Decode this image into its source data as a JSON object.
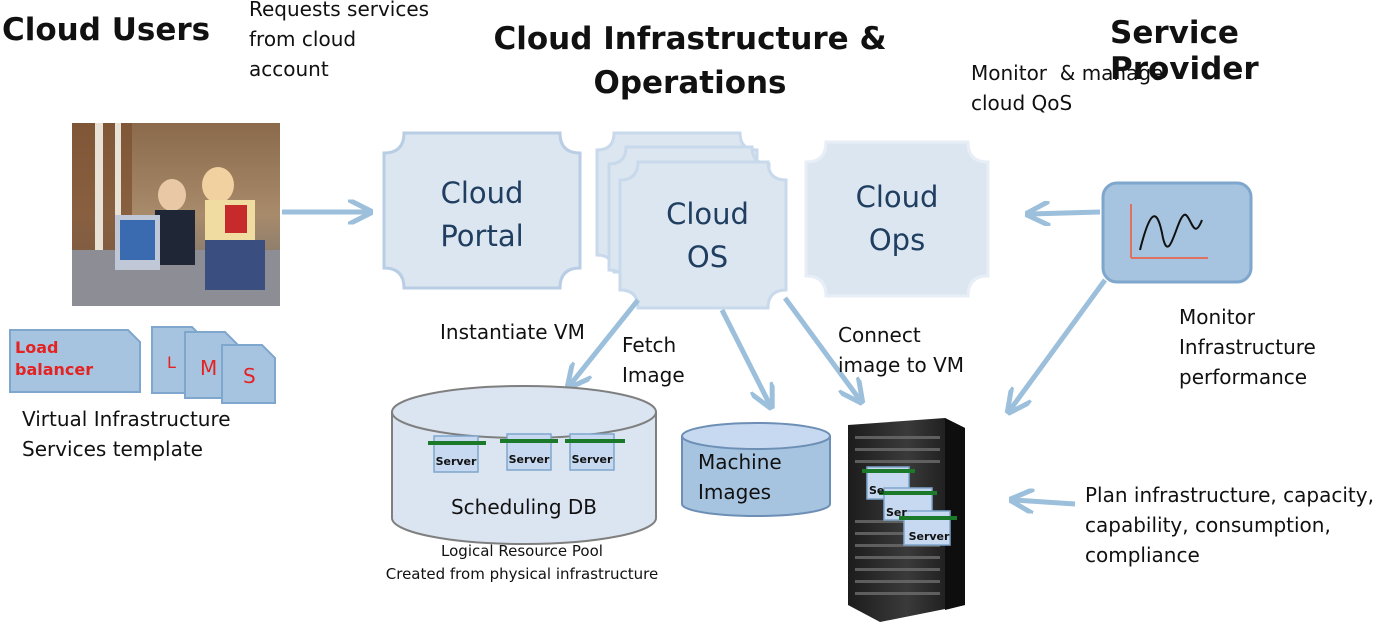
{
  "headings": {
    "cloud_users": "Cloud Users",
    "cloud_infra_line1": "Cloud Infrastructure &",
    "cloud_infra_line2": "Operations",
    "service_provider": "Service Provider"
  },
  "notes": {
    "requests_line1": "Requests services",
    "requests_line2": "from cloud",
    "requests_line3": "account",
    "monitor_qos_line1": "Monitor  & manage",
    "monitor_qos_line2": "cloud QoS",
    "instantiate_vm": "Instantiate VM",
    "fetch_line1": "Fetch",
    "fetch_line2": "Image",
    "connect_line1": "Connect",
    "connect_line2": "image to VM",
    "monitor_infra_line1": "Monitor",
    "monitor_infra_line2": "Infrastructure",
    "monitor_infra_line3": "performance",
    "plan_line1": "Plan infrastructure, capacity,",
    "plan_line2": "capability, consumption,",
    "plan_line3": "compliance",
    "template_line1": "Virtual Infrastructure",
    "template_line2": "Services template"
  },
  "boxes": {
    "portal_line1": "Cloud",
    "portal_line2": "Portal",
    "os_line1": "Cloud",
    "os_line2": "OS",
    "ops_line1": "Cloud",
    "ops_line2": "Ops"
  },
  "template_cards": {
    "load_balancer_line1": "Load",
    "load_balancer_line2": "balancer",
    "size_l": "L",
    "size_m": "M",
    "size_s": "S"
  },
  "databases": {
    "scheduling_db": "Scheduling DB",
    "machine_images_line1": "Machine",
    "machine_images_line2": "Images",
    "pool_line1": "Logical Resource Pool",
    "pool_line2": "Created from physical infrastructure"
  },
  "servers": {
    "label": "Server",
    "rack_label_partial_1": "Se",
    "rack_label_partial_2": "Ser"
  },
  "colors": {
    "box_fill": "#dce6f1",
    "box_stroke": "#b9cde5",
    "arrow": "#9cbfdc",
    "db_fill": "#dbe5f1",
    "db_top": "#c6d9f0",
    "monitor_fill": "#a6c4e0",
    "red": "#e52222",
    "green": "#1b7a2a"
  },
  "icons": {
    "monitor": "waveform-monitor-icon",
    "photo": "students-with-laptops-photo",
    "rack": "server-rack-icon"
  }
}
